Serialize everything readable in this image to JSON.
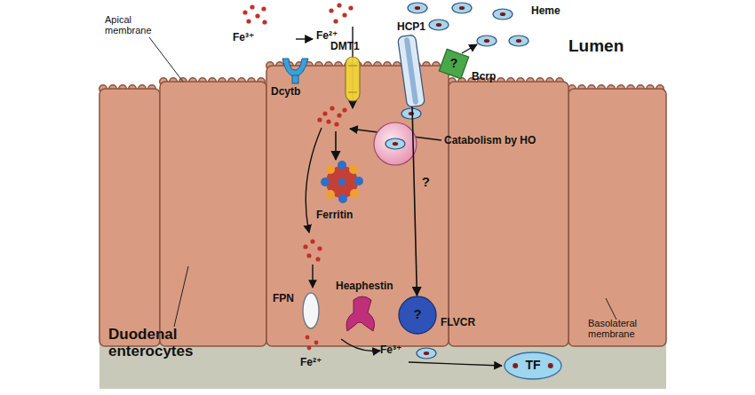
{
  "diagram": {
    "nodes": [
      {
        "text": [
          "HCP1"
        ]
      },
      {
        "text": [
          "Bcrp",
          "?"
        ]
      },
      {
        "text": [
          "FLVCR",
          "?"
        ]
      },
      {
        "text": [
          "TF"
        ]
      }
    ],
    "edges": [
      {
        "from": 0,
        "to": 2,
        "arrow": "to",
        "label": "?"
      }
    ],
    "labels": [
      "Fe³⁺",
      "Fe²⁺",
      "Heme",
      "Lumen",
      "Apical membrane",
      "DMT1",
      "Dcytb",
      "Catabolism by HO",
      "Ferritin",
      "Heaphestin",
      "FPN",
      "Fe²⁺",
      "Fe³⁺",
      "Duodenal enterocytes",
      "Basolateral membrane"
    ]
  }
}
